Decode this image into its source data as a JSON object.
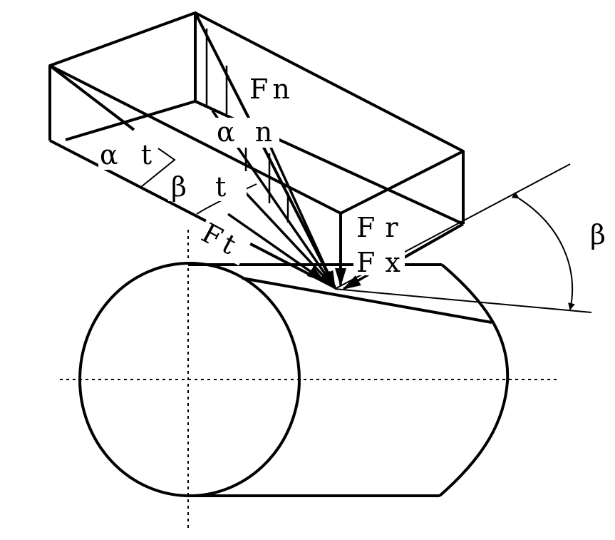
{
  "labels": {
    "Fn": "Fn",
    "alpha_n": "α n",
    "alpha_t": "α t",
    "beta_t": "β t",
    "Ft": "Ft",
    "Fr": "Fr",
    "Fx": "Fx",
    "beta": "β"
  },
  "colors": {
    "stroke": "#000000",
    "background": "#ffffff"
  }
}
